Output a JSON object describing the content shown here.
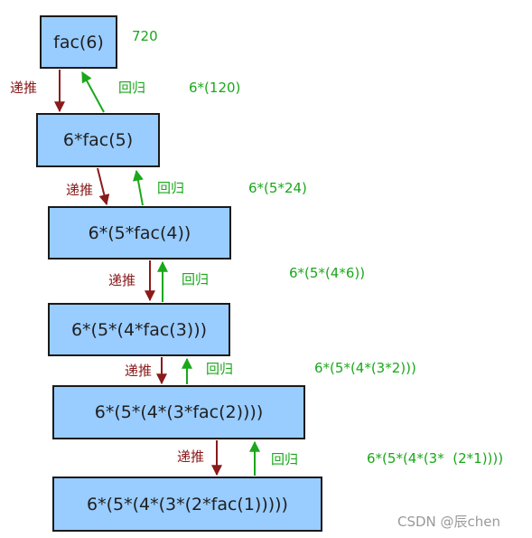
{
  "boxes": [
    {
      "label": "fac(6)"
    },
    {
      "label": "6*fac(5)"
    },
    {
      "label": "6*(5*fac(4))"
    },
    {
      "label": "6*(5*(4*fac(3)))"
    },
    {
      "label": "6*(5*(4*(3*fac(2))))"
    },
    {
      "label": "6*(5*(4*(3*(2*fac(1)))))"
    }
  ],
  "values": [
    "720",
    "6*(120)",
    "6*(5*24)",
    "6*(5*(4*6))",
    "6*(5*(4*(3*2)))",
    "6*(5*(4*(3*  (2*1))))"
  ],
  "push_label": "递推",
  "return_label": "回归",
  "watermark": "CSDN @辰chen",
  "colors": {
    "push": "#8b1a1a",
    "return": "#1aa81a",
    "box_fill": "#99ccff"
  }
}
